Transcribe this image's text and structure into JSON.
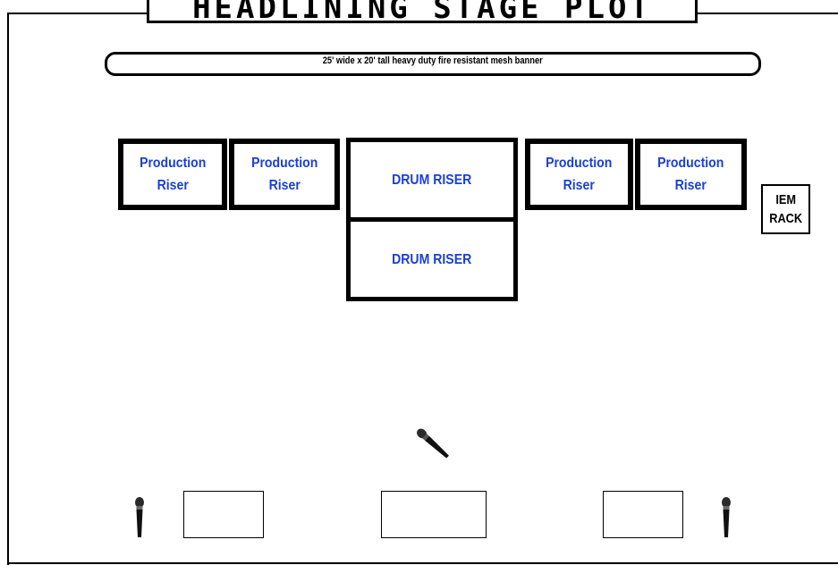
{
  "title": "HEADLINING STAGE PLOT",
  "banner": "25' wide x 20' tall heavy duty fire resistant mesh banner",
  "risers": [
    {
      "label": "Production\nRiser"
    },
    {
      "label": "Production\nRiser"
    },
    {
      "label": "DRUM RISER"
    },
    {
      "label": "DRUM RISER"
    },
    {
      "label": "Production\nRiser"
    },
    {
      "label": "Production\nRiser"
    }
  ],
  "iem_rack": "IEM\nRACK",
  "colors": {
    "riser_label": "#1a3fd6",
    "outline": "#000000",
    "background": "#ffffff"
  },
  "icons": [
    "microphone-icon"
  ]
}
